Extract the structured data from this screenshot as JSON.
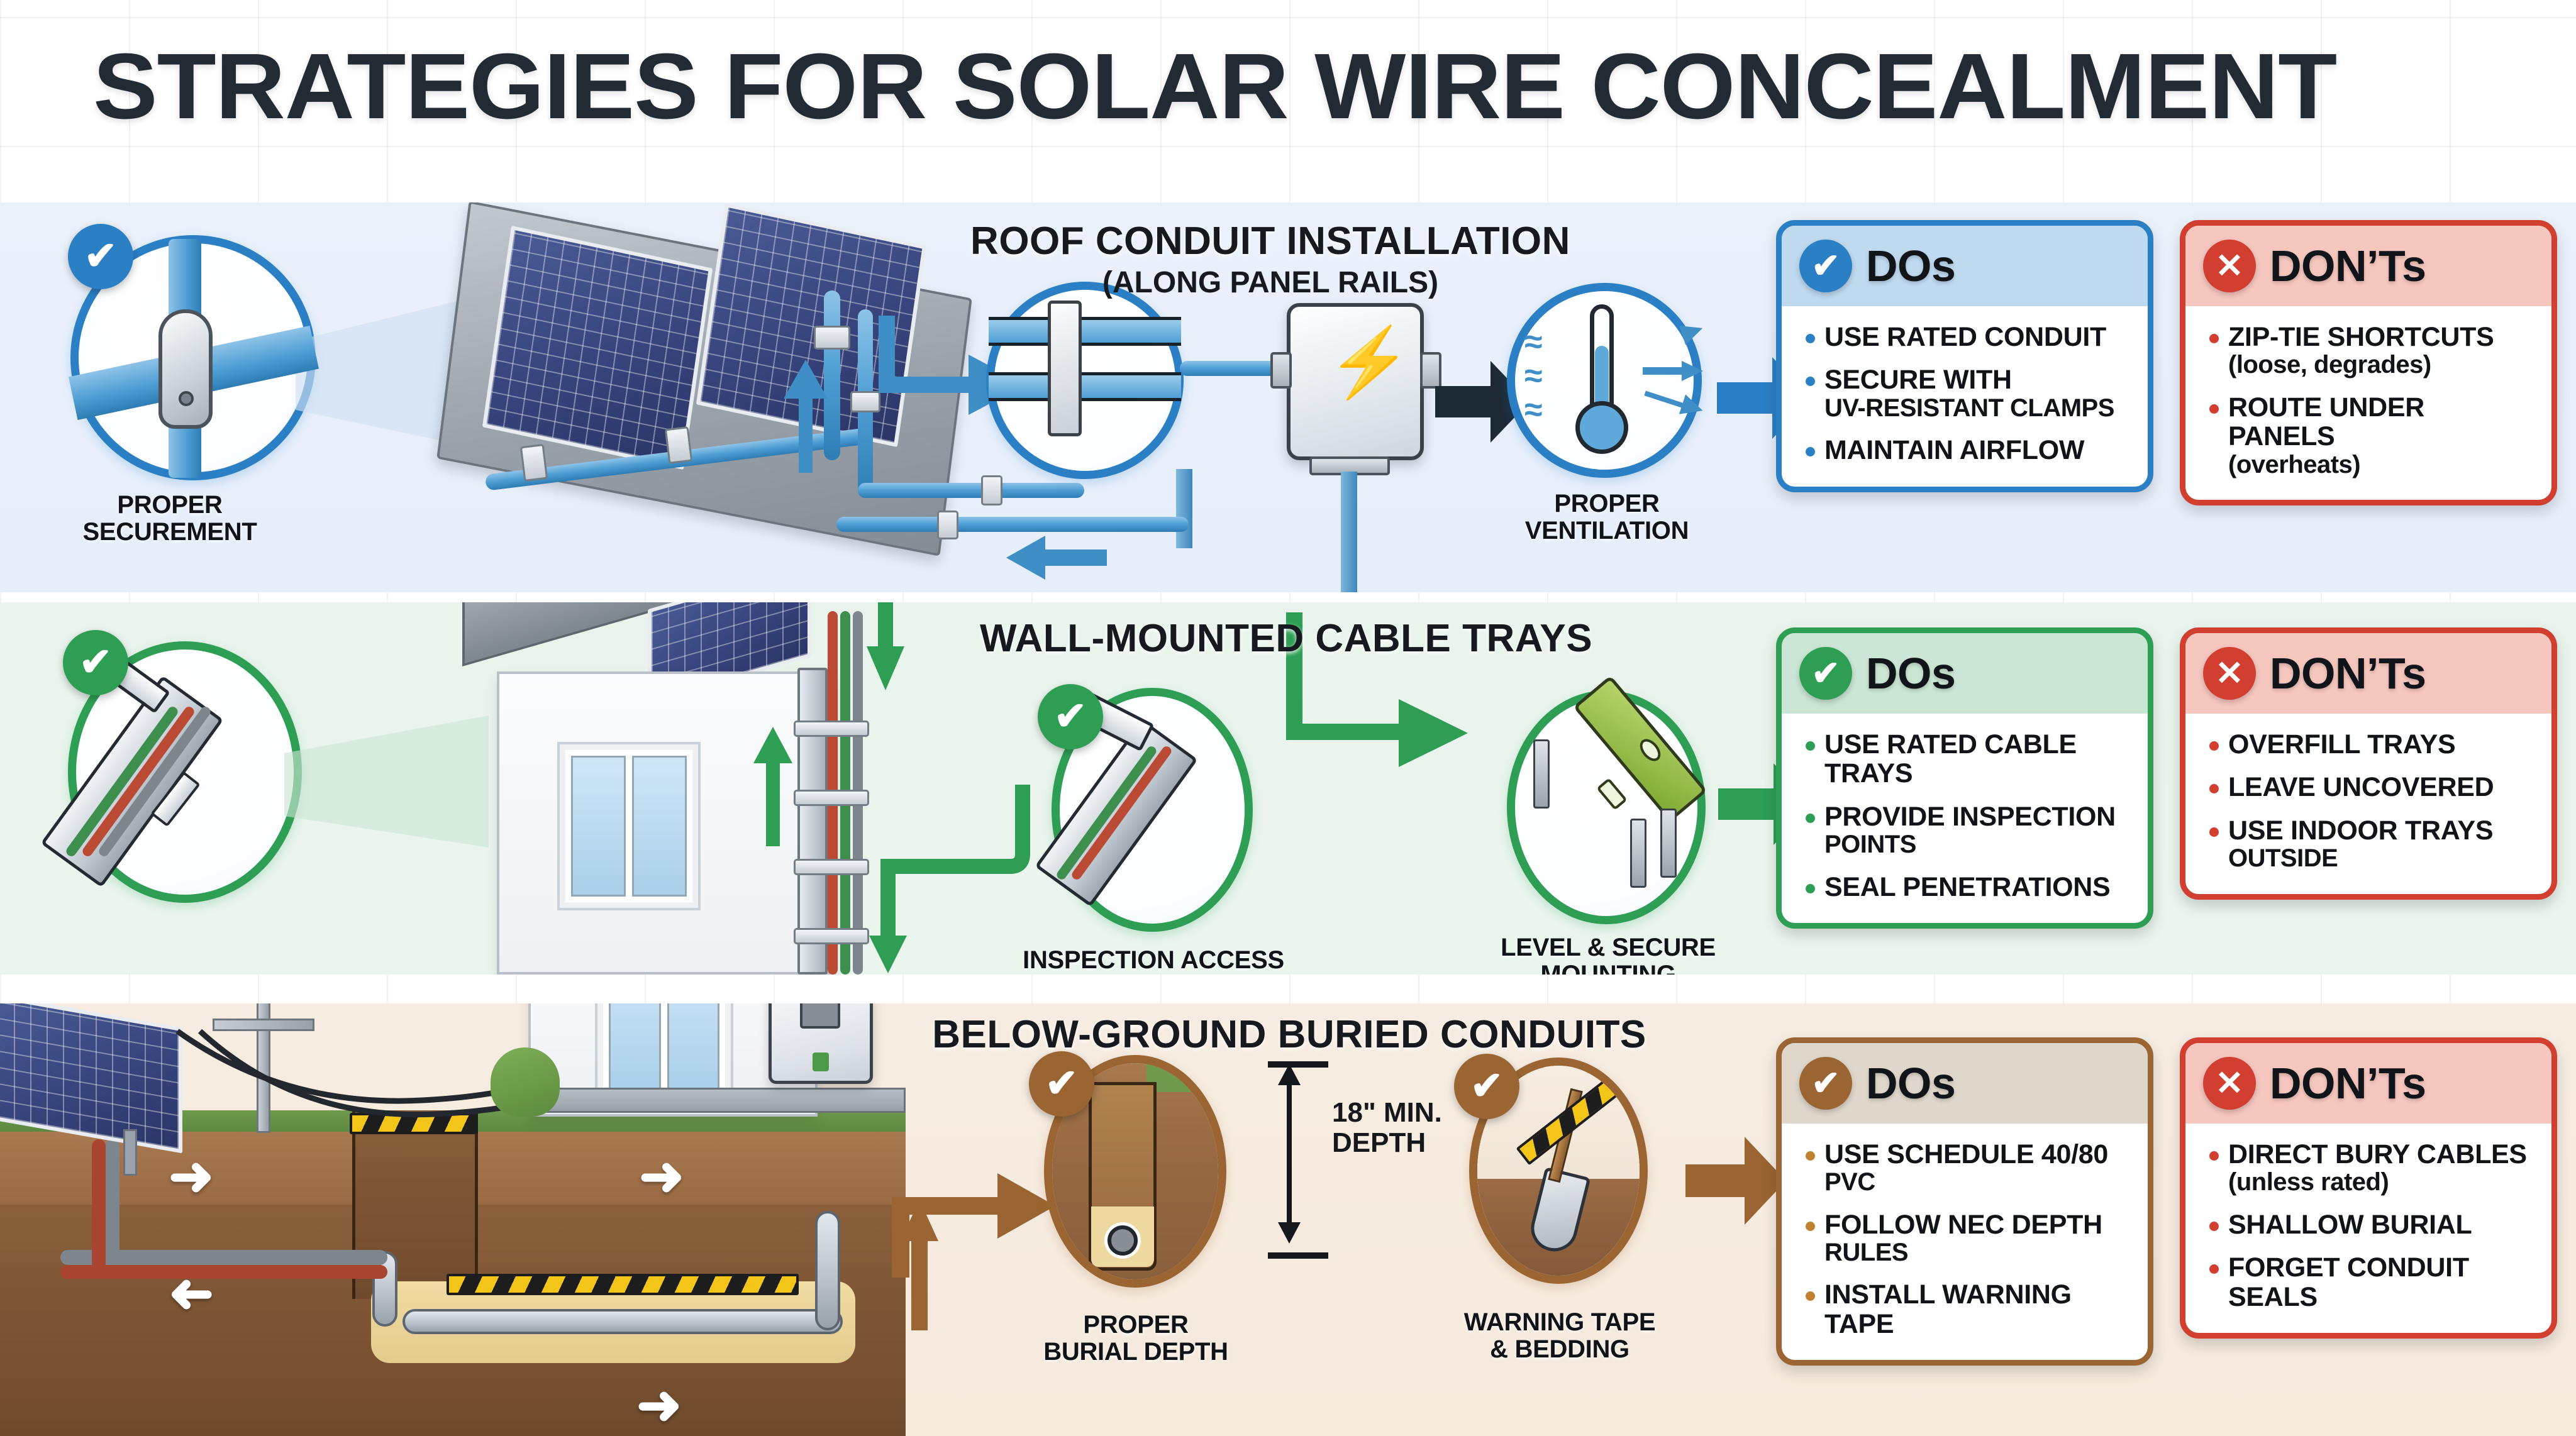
{
  "title": "STRATEGIES FOR SOLAR WIRE CONCEALMENT",
  "icons": {
    "check": "✔",
    "cross": "✕",
    "bolt": "⚡",
    "arrow_right": "➜"
  },
  "colors": {
    "blue": "#2b7fc4",
    "green": "#2e9e55",
    "brown": "#9a6532",
    "red": "#d23f30",
    "band_roof_bg": "#eaf1fb",
    "band_wall_bg": "#e9f4ec",
    "band_buried_bg": "#f7ece1",
    "title_color": "#222a33"
  },
  "sections": [
    {
      "id": "roof",
      "heading": "ROOF CONDUIT INSTALLATION",
      "subheading": "(ALONG PANEL RAILS)",
      "callouts": [
        {
          "id": "proper-securement",
          "label_line1": "PROPER",
          "label_line2": "SECUREMENT"
        },
        {
          "id": "conduit-clamp",
          "label_line1": "",
          "label_line2": ""
        },
        {
          "id": "proper-ventilation",
          "label_line1": "PROPER",
          "label_line2": "VENTILATION"
        }
      ],
      "dos": {
        "title": "DOs",
        "items": [
          {
            "text": "USE RATED CONDUIT",
            "sub": ""
          },
          {
            "text": "SECURE WITH",
            "sub": "UV-RESISTANT CLAMPS"
          },
          {
            "text": "MAINTAIN AIRFLOW",
            "sub": ""
          }
        ]
      },
      "donts": {
        "title": "DON’Ts",
        "items": [
          {
            "text": "ZIP-TIE SHORTCUTS",
            "sub": "(loose, degrades)"
          },
          {
            "text": "ROUTE UNDER PANELS",
            "sub": "(overheats)"
          }
        ]
      }
    },
    {
      "id": "wall",
      "heading": "WALL-MOUNTED CABLE TRAYS",
      "subheading": "",
      "callouts": [
        {
          "id": "inspection-access",
          "label_line1": "INSPECTION ACCESS",
          "label_line2": ""
        },
        {
          "id": "level-secure-mounting",
          "label_line1": "LEVEL & SECURE",
          "label_line2": "MOUNTING"
        }
      ],
      "dos": {
        "title": "DOs",
        "items": [
          {
            "text": "USE RATED CABLE TRAYS",
            "sub": ""
          },
          {
            "text": "PROVIDE INSPECTION",
            "sub": "POINTS"
          },
          {
            "text": "SEAL PENETRATIONS",
            "sub": ""
          }
        ]
      },
      "donts": {
        "title": "DON’Ts",
        "items": [
          {
            "text": "OVERFILL TRAYS",
            "sub": ""
          },
          {
            "text": "LEAVE UNCOVERED",
            "sub": ""
          },
          {
            "text": "USE INDOOR TRAYS",
            "sub": "OUTSIDE"
          }
        ]
      }
    },
    {
      "id": "buried",
      "heading": "BELOW-GROUND BURIED CONDUITS",
      "subheading": "",
      "depth_annotation_line1": "18\" MIN.",
      "depth_annotation_line2": "DEPTH",
      "callouts": [
        {
          "id": "proper-burial-depth",
          "label_line1": "PROPER",
          "label_line2": "BURIAL DEPTH"
        },
        {
          "id": "warning-tape-bedding",
          "label_line1": "WARNING TAPE",
          "label_line2": "& BEDDING"
        }
      ],
      "dos": {
        "title": "DOs",
        "items": [
          {
            "text": "USE SCHEDULE 40/80",
            "sub": "PVC"
          },
          {
            "text": "FOLLOW NEC DEPTH",
            "sub": "RULES"
          },
          {
            "text": "INSTALL WARNING TAPE",
            "sub": ""
          }
        ]
      },
      "donts": {
        "title": "DON’Ts",
        "items": [
          {
            "text": "DIRECT BURY CABLES",
            "sub": "(unless rated)"
          },
          {
            "text": "SHALLOW BURIAL",
            "sub": ""
          },
          {
            "text": "FORGET CONDUIT SEALS",
            "sub": ""
          }
        ]
      }
    }
  ]
}
